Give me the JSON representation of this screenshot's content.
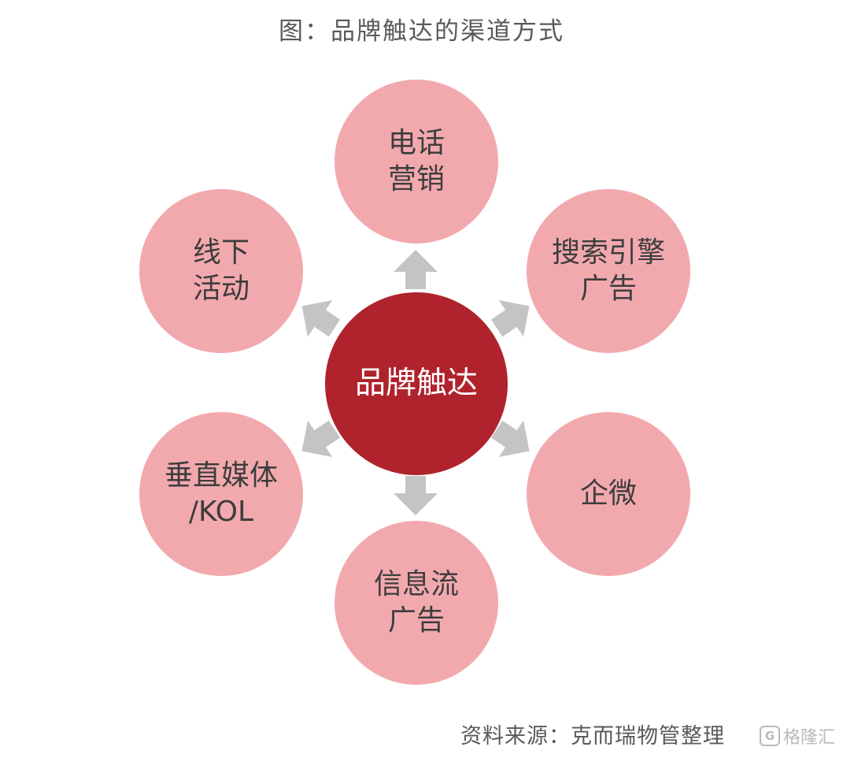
{
  "title": "图：品牌触达的渠道方式",
  "diagram": {
    "center": {
      "label": "品牌触达",
      "color": "#b0232c"
    },
    "outer_color": "#f2a9ae",
    "arrow_color": "#c4c4c4",
    "nodes": [
      {
        "id": "top",
        "label": "电话\n营销"
      },
      {
        "id": "upper-right",
        "label": "搜索引擎\n广告"
      },
      {
        "id": "lower-right",
        "label": "企微"
      },
      {
        "id": "bottom",
        "label": "信息流\n广告"
      },
      {
        "id": "lower-left",
        "label": "垂直媒体\n/KOL"
      },
      {
        "id": "upper-left",
        "label": "线下\n活动"
      }
    ]
  },
  "source": "资料来源：克而瑞物管整理",
  "watermark": {
    "text": "格隆汇",
    "logo_icon": "gelonghui-logo-icon"
  }
}
